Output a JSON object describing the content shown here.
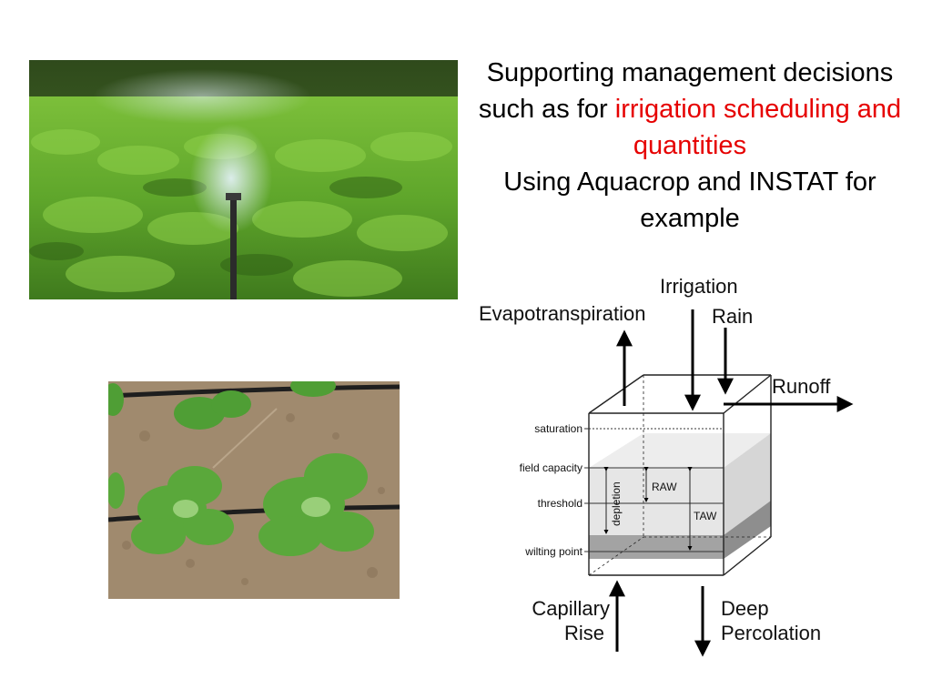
{
  "slide": {
    "title_part1": "Supporting management decisions such as for",
    "title_highlight": "irrigation scheduling and quantities",
    "title_part2": "Using Aquacrop and INSTAT for example",
    "highlight_color": "#e60000"
  },
  "images": {
    "sprinkler_photo": "sprinkler irrigating a green crop field",
    "drip_photo": "cabbage seedlings along a drip irrigation line"
  },
  "diagram": {
    "flows": {
      "evapotranspiration": "Evapotranspiration",
      "irrigation": "Irrigation",
      "rain": "Rain",
      "runoff": "Runoff",
      "capillary_line1": "Capillary",
      "capillary_line2": "Rise",
      "deep_line1": "Deep",
      "deep_line2": "Percolation"
    },
    "levels": {
      "saturation": "saturation",
      "field_capacity": "field capacity",
      "threshold": "threshold",
      "wilting_point": "wilting point"
    },
    "measures": {
      "depletion": "depletion",
      "raw": "RAW",
      "taw": "TAW"
    }
  }
}
